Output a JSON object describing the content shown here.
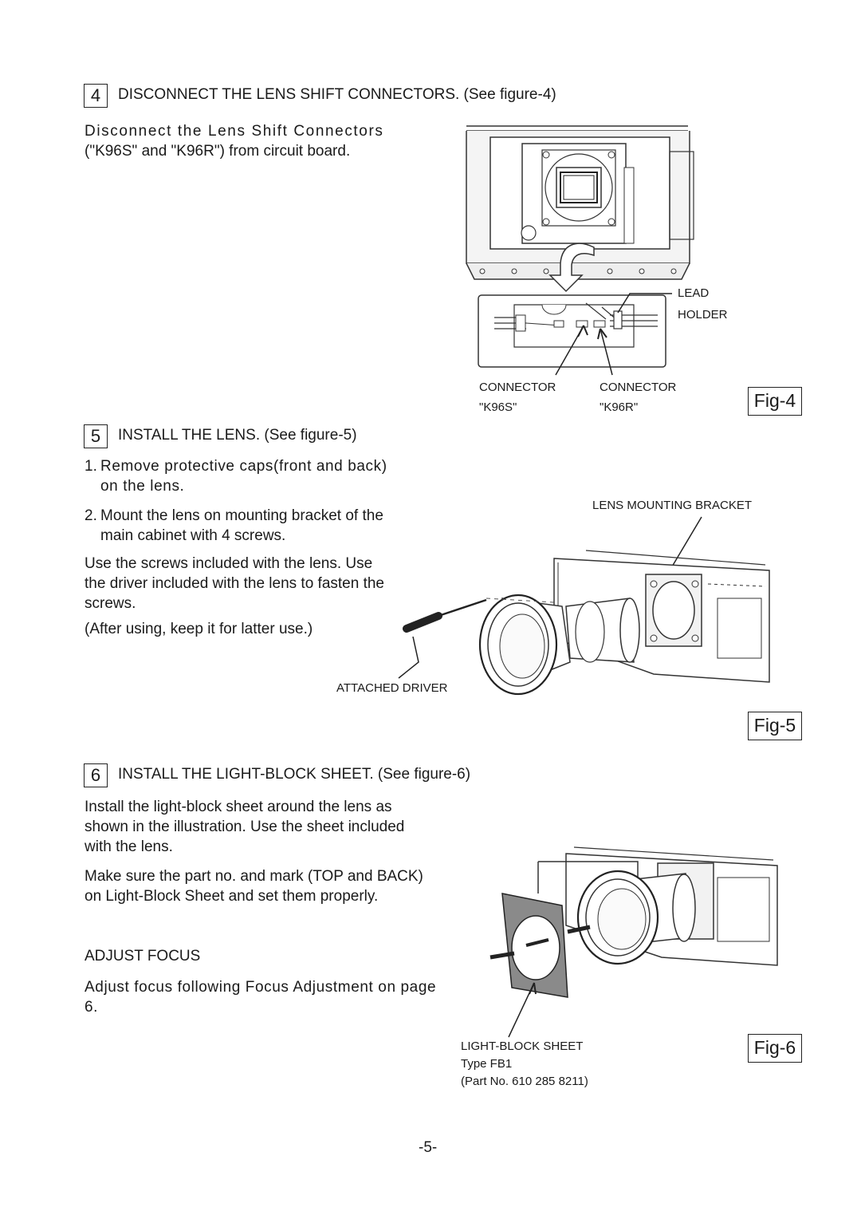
{
  "step4": {
    "number": "4",
    "heading": "DISCONNECT THE LENS SHIFT CONNECTORS. (See figure-4)",
    "text_line1": "Disconnect the Lens Shift Connectors",
    "text_line2": "(\"K96S\" and \"K96R\") from circuit board."
  },
  "fig4": {
    "caption": "Fig-4",
    "lead_holder_line1": "LEAD",
    "lead_holder_line2": "HOLDER",
    "connector1_line1": "CONNECTOR",
    "connector1_line2": "\"K96S\"",
    "connector2_line1": "CONNECTOR",
    "connector2_line2": "\"K96R\""
  },
  "step5": {
    "number": "5",
    "heading": "INSTALL THE LENS. (See figure-5)",
    "items": [
      {
        "num": "1.",
        "text": "Remove protective caps(front and back) on the lens."
      },
      {
        "num": "2.",
        "text": "Mount the lens on mounting bracket of the main cabinet with 4 screws."
      }
    ],
    "note1": "Use the screws included with the lens. Use the driver included with the lens to fasten the screws.",
    "note2": "(After using, keep it for latter use.)"
  },
  "fig5": {
    "caption": "Fig-5",
    "bracket_label": "LENS MOUNTING BRACKET",
    "driver_label": "ATTACHED DRIVER"
  },
  "step6": {
    "number": "6",
    "heading": "INSTALL THE LIGHT-BLOCK SHEET. (See figure-6)",
    "text1": "Install the light-block sheet around the lens as shown in the illustration.  Use the sheet included with the lens.",
    "text2": "Make sure the part no. and mark (TOP and BACK) on Light-Block Sheet and set them properly.",
    "adjust_heading": "ADJUST FOCUS",
    "adjust_text": "Adjust focus following Focus Adjustment on page 6."
  },
  "fig6": {
    "caption": "Fig-6",
    "sheet_label_line1": "LIGHT-BLOCK SHEET",
    "sheet_label_line2": "Type FB1",
    "sheet_label_line3": "(Part No. 610 285 8211)"
  },
  "page_number": "-5-"
}
